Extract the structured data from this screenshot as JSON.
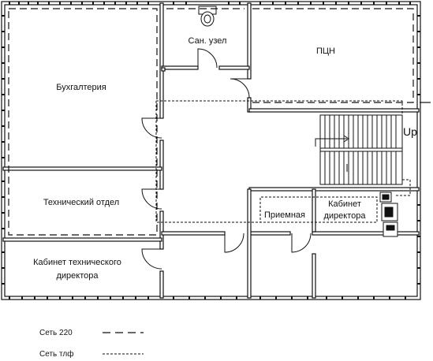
{
  "rooms": {
    "accounting": "Бухгалтерия",
    "technical_dept": "Технический отдел",
    "tech_director_line1": "Кабинет технического",
    "tech_director_line2": "директора",
    "restroom": "Сан. узел",
    "ptsn": "ПЦН",
    "reception": "Приемная",
    "director_line1": "Кабинет",
    "director_line2": "директора"
  },
  "stairs_label": "Up",
  "legend": {
    "power_220": "Сеть 220",
    "phone": "Сеть тлф"
  },
  "icons": [
    "toilet-icon",
    "stairs-icon",
    "phone-icon",
    "fax-icon",
    "printer-icon"
  ]
}
